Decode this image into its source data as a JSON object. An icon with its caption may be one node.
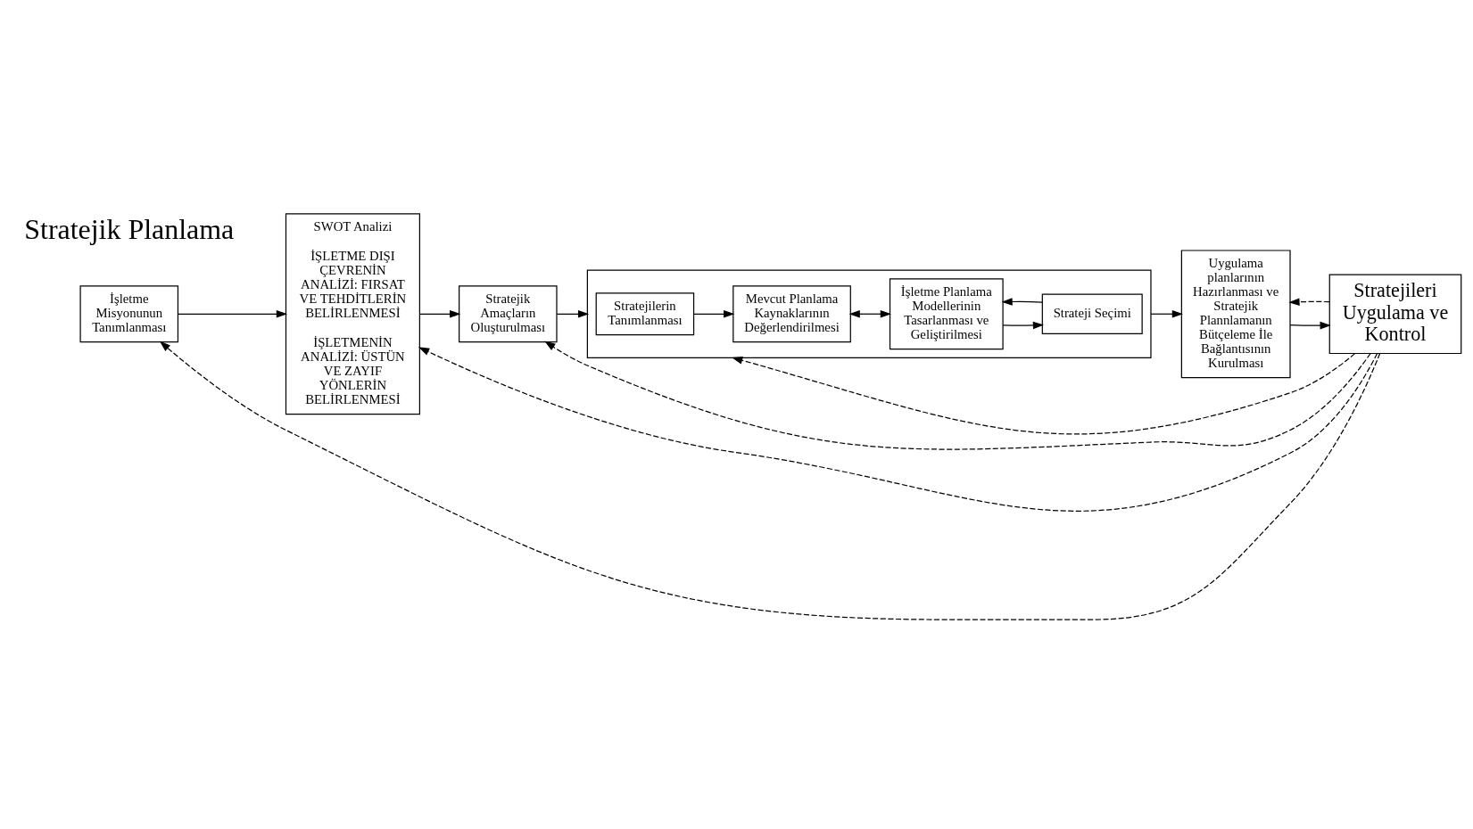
{
  "diagram": {
    "nodes": [
      {
        "text": [
          "İşletme Misyonunun Tanımlanması"
        ]
      },
      {
        "text": [
          "SWOT Analizi",
          "İŞLETME DIŞI ÇEVRENİN ANALİZİ: FIRSAT VE TEHDİTLERİN BELİRLENMESİ",
          "İŞLETMENİN ANALİZİ: ÜSTÜN VE ZAYIF YÖNLERİN BELİRLENMESİ"
        ]
      },
      {
        "text": [
          "Stratejik Amaçların Oluşturulması"
        ]
      },
      {
        "text": [],
        "shape": "box"
      },
      {
        "text": [
          "Stratejilerin Tanımlanması"
        ],
        "in": 3
      },
      {
        "text": [
          "Mevcut Planlama Kaynaklarının Değerlendirilmesi"
        ],
        "in": 3
      },
      {
        "text": [
          "İşletme Planlama Modellerinin Tasarlanması ve Geliştirilmesi"
        ],
        "in": 3
      },
      {
        "text": [
          "Strateji Seçimi"
        ],
        "in": 3
      },
      {
        "text": [
          "Uygulama planlarının Hazırlanması ve Stratejik Plannlamanın Bütçeleme İle Bağlantısının Kurulması"
        ]
      },
      {
        "text": [
          "Stratejileri Uygulama ve Kontrol"
        ]
      }
    ],
    "edges": [
      {
        "from": 0,
        "to": 1,
        "arrow": "to"
      },
      {
        "from": 1,
        "to": 2,
        "arrow": "to"
      },
      {
        "from": 2,
        "to": 3,
        "arrow": "to"
      },
      {
        "from": 4,
        "to": 5,
        "arrow": "to"
      },
      {
        "from": 5,
        "to": 6,
        "arrow": "both"
      },
      {
        "from": 7,
        "to": 6,
        "arrow": "to"
      },
      {
        "from": 6,
        "to": 7,
        "arrow": "to"
      },
      {
        "from": 3,
        "to": 8,
        "arrow": "to"
      },
      {
        "from": 8,
        "to": 9,
        "arrow": "to"
      },
      {
        "from": 9,
        "to": 0,
        "arrow": "to",
        "style": "dashed"
      },
      {
        "from": 9,
        "to": 1,
        "arrow": "to",
        "style": "dashed"
      },
      {
        "from": 9,
        "to": 2,
        "arrow": "to",
        "style": "dashed"
      },
      {
        "from": 9,
        "to": 3,
        "arrow": "to",
        "style": "dashed"
      },
      {
        "from": 9,
        "to": 8,
        "arrow": "to",
        "style": "dashed"
      }
    ],
    "labels": [
      "Stratejik Planlama"
    ]
  }
}
